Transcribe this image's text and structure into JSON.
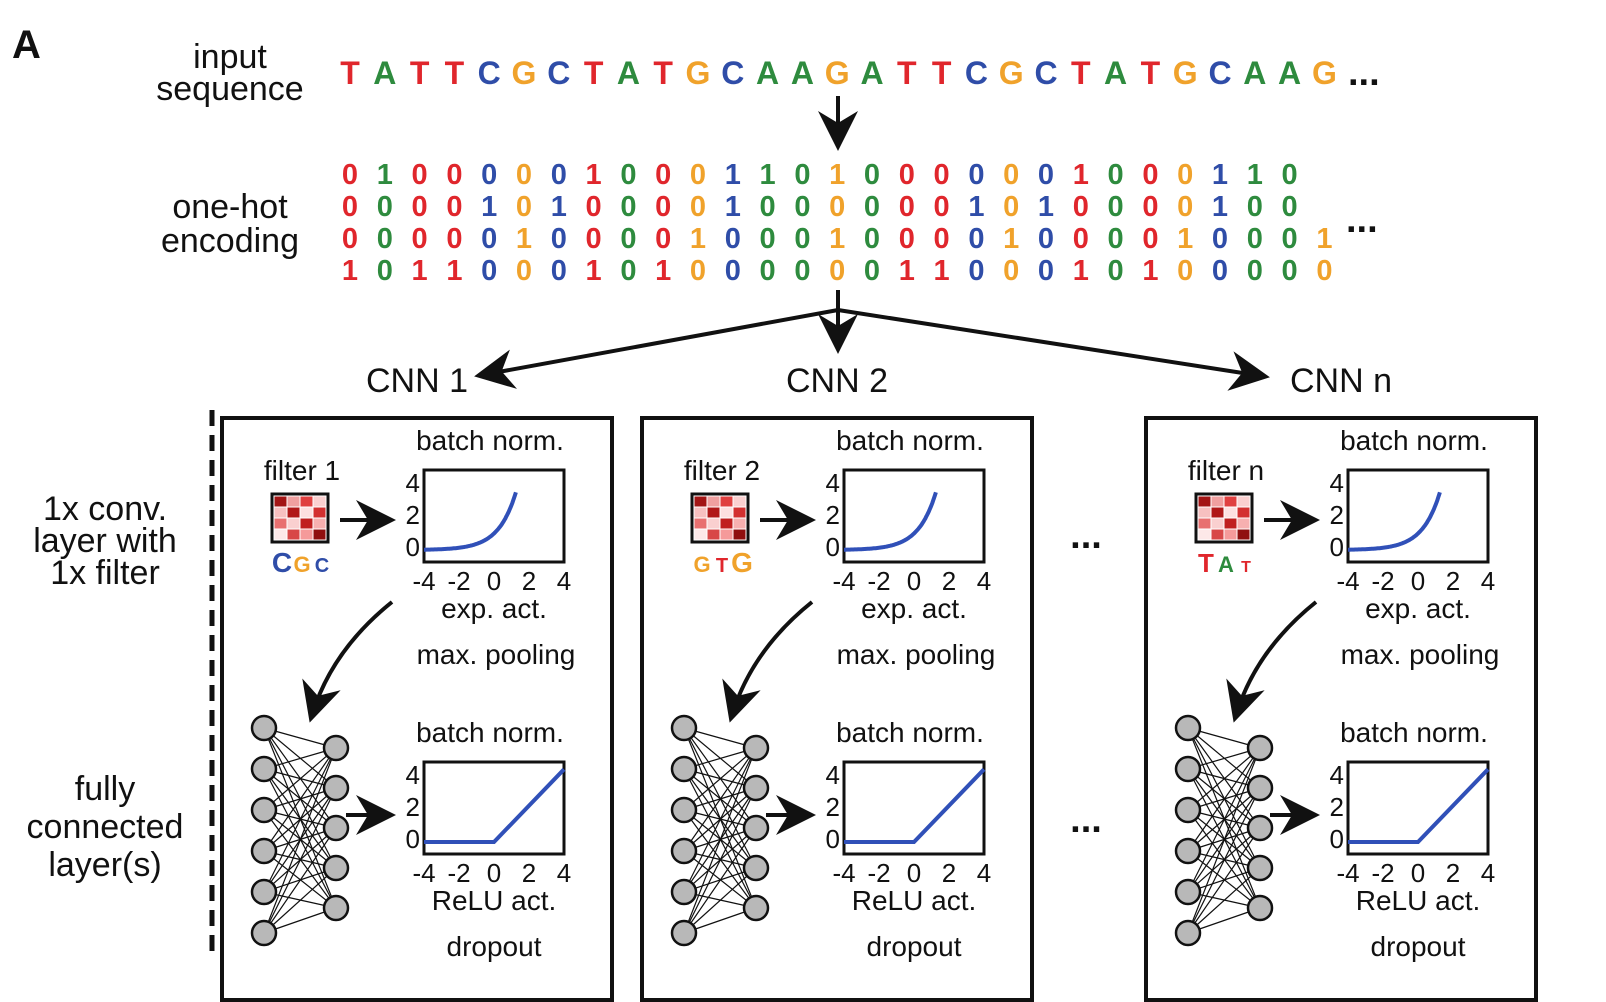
{
  "panel_letter": "A",
  "colors": {
    "A": "#2e8b3e",
    "C": "#2f4da8",
    "G": "#f0a22b",
    "T": "#e0262c",
    "curve": "#3050b8",
    "ink": "#111111",
    "node": "#b8b8b8"
  },
  "input": {
    "label_line1": "input",
    "label_line2": "sequence",
    "sequence": "TATTCGCTATGCAAGATTCGCTATGCAAG",
    "ellipsis": "..."
  },
  "onehot": {
    "label_line1": "one-hot",
    "label_line2": "encoding",
    "ellipsis": "...",
    "rows": [
      [
        0,
        1,
        0,
        0,
        0,
        0,
        0,
        1,
        0,
        0,
        0,
        1,
        1,
        0,
        1,
        0,
        0,
        0,
        0,
        0,
        0,
        1,
        0,
        0,
        0,
        1,
        1,
        0
      ],
      [
        0,
        0,
        0,
        0,
        1,
        0,
        1,
        0,
        0,
        0,
        0,
        1,
        0,
        0,
        0,
        0,
        0,
        0,
        1,
        0,
        1,
        0,
        0,
        0,
        0,
        1,
        0,
        0
      ],
      [
        0,
        0,
        0,
        0,
        0,
        1,
        0,
        0,
        0,
        0,
        1,
        0,
        0,
        0,
        1,
        0,
        0,
        0,
        0,
        1,
        0,
        0,
        0,
        0,
        1,
        0,
        0,
        0,
        1
      ],
      [
        1,
        0,
        1,
        1,
        0,
        0,
        0,
        1,
        0,
        1,
        0,
        0,
        0,
        0,
        0,
        0,
        1,
        1,
        0,
        0,
        0,
        1,
        0,
        1,
        0,
        0,
        0,
        0,
        0
      ]
    ]
  },
  "left_labels": {
    "conv_line1": "1x conv.",
    "conv_line2": "layer with",
    "conv_line3": "1x filter",
    "fc_line1": "fully",
    "fc_line2": "connected",
    "fc_line3": "layer(s)"
  },
  "middle_ellipsis": "...",
  "cnns": [
    {
      "title": "CNN 1",
      "filter": "filter 1"
    },
    {
      "title": "CNN 2",
      "filter": "filter 2"
    },
    {
      "title": "CNN n",
      "filter": "filter n"
    }
  ],
  "block_text": {
    "batch_norm": "batch norm.",
    "exp_act": "exp. act.",
    "max_pooling": "max. pooling",
    "relu_act": "ReLU act.",
    "dropout": "dropout",
    "y_ticks": [
      "4",
      "2",
      "0"
    ],
    "x_ticks": [
      "-4",
      "-2",
      "0",
      "2",
      "4"
    ]
  }
}
